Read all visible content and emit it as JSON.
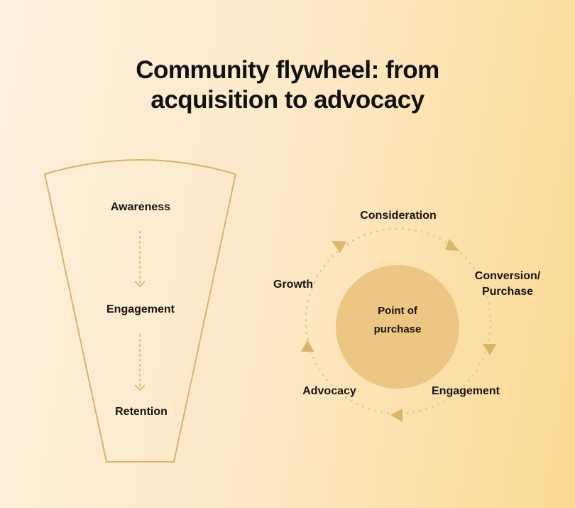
{
  "title_line1": "Community flywheel: from",
  "title_line2": "acquisition to advocacy",
  "funnel": {
    "stages": [
      "Awareness",
      "Engagement",
      "Retention"
    ]
  },
  "flywheel": {
    "center_line1": "Point of",
    "center_line2": "purchase",
    "stages": [
      "Consideration",
      "Conversion/",
      "Purchase",
      "Engagement",
      "Advocacy",
      "Growth"
    ]
  },
  "colors": {
    "stroke": "#d9b46a",
    "circle": "#ecc783",
    "text": "#141414"
  }
}
